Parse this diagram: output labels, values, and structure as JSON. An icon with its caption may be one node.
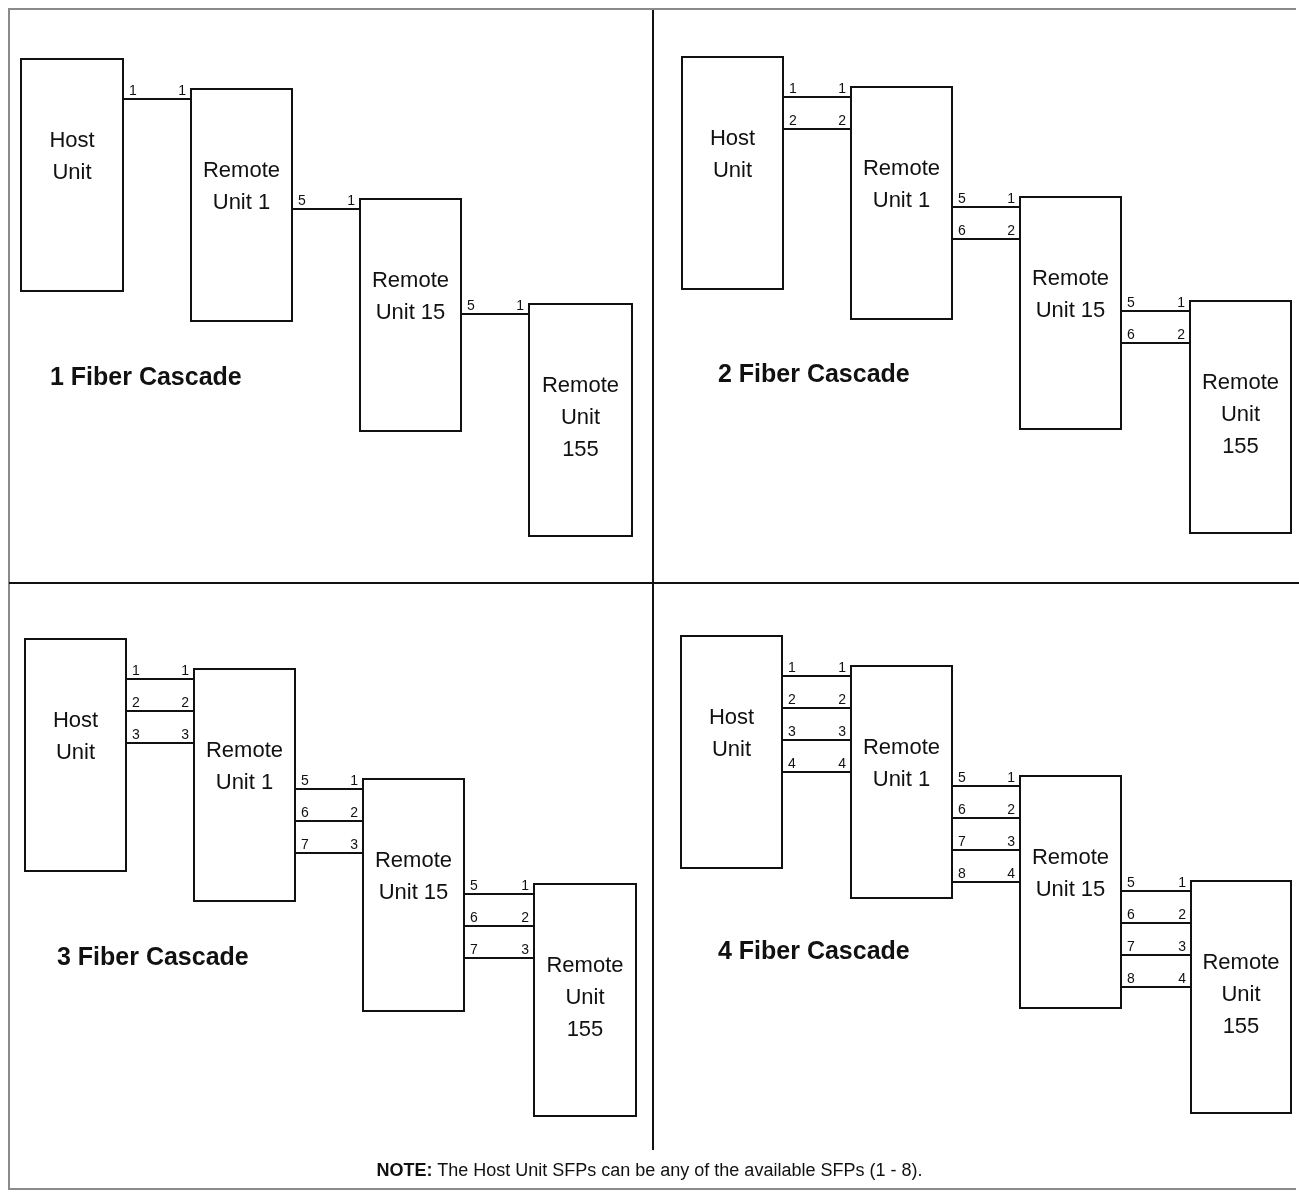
{
  "diagram": {
    "caption": "**NOTE:** The Host Unit SFPs  can be any of the available SFPs (1 - 8).",
    "nodes": [
      {
        "text": [
          "Host Unit"
        ]
      },
      {
        "text": [
          "Remote Unit 1"
        ]
      },
      {
        "text": [
          "Remote Unit 15"
        ]
      },
      {
        "text": [
          "Remote Unit 155"
        ]
      },
      {
        "text": [
          "Host Unit"
        ]
      },
      {
        "text": [
          "Remote Unit 1"
        ]
      },
      {
        "text": [
          "Remote Unit 15"
        ]
      },
      {
        "text": [
          "Remote Unit 155"
        ]
      },
      {
        "text": [
          "Host Unit"
        ]
      },
      {
        "text": [
          "Remote Unit 1"
        ]
      },
      {
        "text": [
          "Remote Unit 15"
        ]
      },
      {
        "text": [
          "Remote Unit 155"
        ]
      },
      {
        "text": [
          "Host Unit"
        ]
      },
      {
        "text": [
          "Remote Unit 1"
        ]
      },
      {
        "text": [
          "Remote Unit 15"
        ]
      },
      {
        "text": [
          "Remote Unit 155"
        ]
      }
    ],
    "edges": [
      {
        "from": 0,
        "to": 1,
        "arrow": "none"
      },
      {
        "from": 1,
        "to": 2,
        "arrow": "none"
      },
      {
        "from": 2,
        "to": 3,
        "arrow": "none"
      },
      {
        "from": 4,
        "to": 5,
        "arrow": "none"
      },
      {
        "from": 4,
        "to": 5,
        "arrow": "none"
      },
      {
        "from": 5,
        "to": 6,
        "arrow": "none"
      },
      {
        "from": 5,
        "to": 6,
        "arrow": "none"
      },
      {
        "from": 6,
        "to": 7,
        "arrow": "none"
      },
      {
        "from": 6,
        "to": 7,
        "arrow": "none"
      },
      {
        "from": 8,
        "to": 9,
        "arrow": "none"
      },
      {
        "from": 8,
        "to": 9,
        "arrow": "none"
      },
      {
        "from": 8,
        "to": 9,
        "arrow": "none"
      },
      {
        "from": 9,
        "to": 10,
        "arrow": "none"
      },
      {
        "from": 9,
        "to": 10,
        "arrow": "none"
      },
      {
        "from": 9,
        "to": 10,
        "arrow": "none"
      },
      {
        "from": 10,
        "to": 11,
        "arrow": "none"
      },
      {
        "from": 10,
        "to": 11,
        "arrow": "none"
      },
      {
        "from": 10,
        "to": 11,
        "arrow": "none"
      },
      {
        "from": 12,
        "to": 13,
        "arrow": "none"
      },
      {
        "from": 12,
        "to": 13,
        "arrow": "none"
      },
      {
        "from": 12,
        "to": 13,
        "arrow": "none"
      },
      {
        "from": 12,
        "to": 13,
        "arrow": "none"
      },
      {
        "from": 13,
        "to": 14,
        "arrow": "none"
      },
      {
        "from": 13,
        "to": 14,
        "arrow": "none"
      },
      {
        "from": 13,
        "to": 14,
        "arrow": "none"
      },
      {
        "from": 13,
        "to": 14,
        "arrow": "none"
      },
      {
        "from": 14,
        "to": 15,
        "arrow": "none"
      },
      {
        "from": 14,
        "to": 15,
        "arrow": "none"
      },
      {
        "from": 14,
        "to": 15,
        "arrow": "none"
      },
      {
        "from": 14,
        "to": 15,
        "arrow": "none"
      }
    ],
    "labels": [
      "1",
      "1",
      "5",
      "1",
      "5",
      "1",
      "1 Fiber Cascade",
      "1",
      "1",
      "2",
      "2",
      "5",
      "1",
      "6",
      "2",
      "5",
      "1",
      "6",
      "2",
      "2 Fiber Cascade",
      "1",
      "1",
      "2",
      "2",
      "3",
      "3",
      "5",
      "1",
      "6",
      "2",
      "7",
      "3",
      "5",
      "1",
      "6",
      "2",
      "7",
      "3",
      "3 Fiber Cascade",
      "1",
      "1",
      "2",
      "2",
      "3",
      "3",
      "4",
      "4",
      "5",
      "1",
      "6",
      "2",
      "7",
      "3",
      "8",
      "4",
      "5",
      "1",
      "6",
      "2",
      "7",
      "3",
      "8",
      "4",
      "4 Fiber Cascade"
    ]
  }
}
